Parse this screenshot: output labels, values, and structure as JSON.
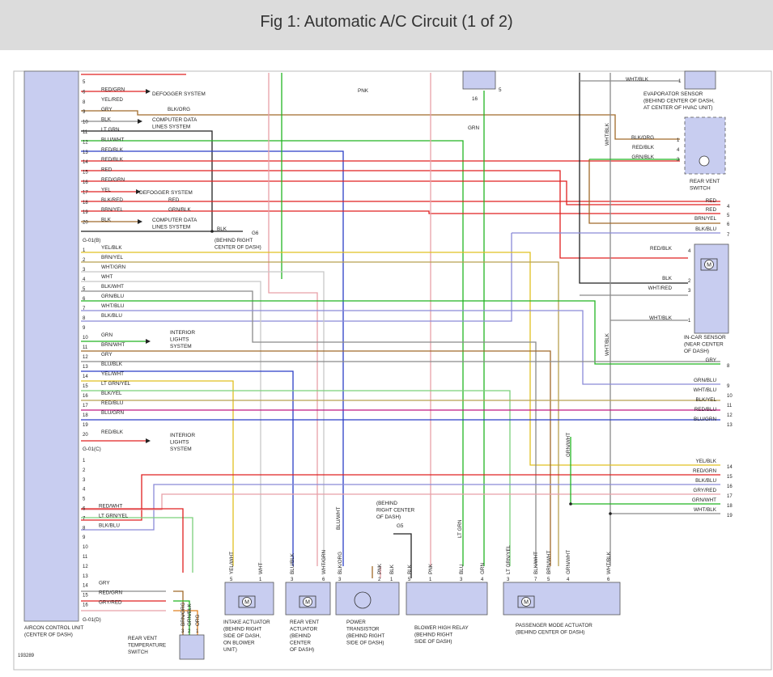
{
  "header": {
    "title": "Fig 1: Automatic A/C Circuit (1 of 2)"
  },
  "figure_id": "193289",
  "colors": {
    "red": "#e02020",
    "green": "#22b522",
    "blue": "#2b3fc7",
    "orange": "#e08020",
    "yellow": "#e0c020",
    "brown": "#a06a2a",
    "pink": "#e8a0a8",
    "black": "#222222",
    "gray": "#8a8a8a",
    "white": "#c8c8c8",
    "violet": "#8a8ad8",
    "lightgreen": "#7bd07b",
    "magenta": "#c01880",
    "tan": "#b8a050",
    "box": "#c8cdf0"
  },
  "labels": {
    "aircon_unit": [
      "AIRCON CONTROL UNIT",
      "(CENTER OF DASH)"
    ],
    "conn_b": "G-01(B)",
    "conn_c": "G-01(C)",
    "conn_d": "G-01(D)",
    "defogger": "DEFOGGER SYSTEM",
    "computer_data": [
      "COMPUTER DATA",
      "LINES SYSTEM"
    ],
    "interior_lights": [
      "INTERIOR",
      "LIGHTS",
      "SYSTEM"
    ],
    "g6": "G6",
    "g6_loc": [
      "(BEHIND RIGHT",
      "CENTER OF DASH)"
    ],
    "g5": "G5",
    "g5_loc": [
      "(BEHIND",
      "RIGHT CENTER",
      "OF DASH)"
    ],
    "evap_sensor": [
      "EVAPORATOR SENSOR",
      "(BEHIND CENTER OF DASH,",
      "AT CENTER OF HVAC UNIT)"
    ],
    "rear_vent_switch": [
      "REAR VENT",
      "SWITCH"
    ],
    "incar_sensor": [
      "IN-CAR SENSOR",
      "(NEAR CENTER",
      "OF DASH)"
    ],
    "rv_temp_switch": [
      "REAR VENT",
      "TEMPERATURE",
      "SWITCH"
    ],
    "intake_act": [
      "INTAKE ACTUATOR",
      "(BEHIND RIGHT",
      "SIDE OF DASH,",
      "ON BLOWER",
      "UNIT)"
    ],
    "rv_act": [
      "REAR VENT",
      "ACTUATOR",
      "(BEHIND",
      "CENTER",
      "OF DASH)"
    ],
    "power_tr": [
      "POWER",
      "TRANSISTOR",
      "(BEHIND RIGHT",
      "SIDE OF DASH)"
    ],
    "blower_relay": [
      "BLOWER HIGH RELAY",
      "(BEHIND RIGHT",
      "SIDE OF DASH)"
    ],
    "pass_act": [
      "PASSENGER MODE ACTUATOR",
      "(BEHIND CENTER OF DASH)"
    ],
    "motor": "M",
    "blk": "BLK",
    "pnk": "PNK",
    "grn": "GRN",
    "blkorg": "BLK/ORG",
    "whtblk": "WHT/BLK",
    "redblk": "RED/BLK",
    "grnblk": "GRN/BLK",
    "red": "RED",
    "grnblk2": "GRN/BLK",
    "pin16": "16",
    "pin5": "5",
    "pin1": "1"
  },
  "pins_a": [
    {
      "n": "5",
      "w": ""
    },
    {
      "n": "6",
      "w": "RED/GRN"
    },
    {
      "n": "8",
      "w": "YEL/RED"
    },
    {
      "n": "9",
      "w": "GRY"
    },
    {
      "n": "10",
      "w": "BLK"
    },
    {
      "n": "11",
      "w": "LT GRN"
    },
    {
      "n": "12",
      "w": "BLU/WHT"
    },
    {
      "n": "13",
      "w": "RED/BLK"
    },
    {
      "n": "14",
      "w": "RED/BLK"
    },
    {
      "n": "15",
      "w": "RED"
    },
    {
      "n": "16",
      "w": "RED/GRN"
    },
    {
      "n": "17",
      "w": "YEL"
    },
    {
      "n": "18",
      "w": "BLK/RED"
    },
    {
      "n": "19",
      "w": "BRN/YEL"
    },
    {
      "n": "20",
      "w": "BLK"
    }
  ],
  "pins_b": [
    {
      "n": "1",
      "w": "YEL/BLK"
    },
    {
      "n": "2",
      "w": "BRN/YEL"
    },
    {
      "n": "3",
      "w": "WHT/GRN"
    },
    {
      "n": "4",
      "w": "WHT"
    },
    {
      "n": "5",
      "w": "BLK/WHT"
    },
    {
      "n": "6",
      "w": "GRN/BLU"
    },
    {
      "n": "7",
      "w": "WHT/BLU"
    },
    {
      "n": "8",
      "w": "BLK/BLU"
    },
    {
      "n": "9",
      "w": ""
    },
    {
      "n": "10",
      "w": "GRN"
    },
    {
      "n": "11",
      "w": "BRN/WHT"
    },
    {
      "n": "12",
      "w": "GRY"
    },
    {
      "n": "13",
      "w": "BLU/BLK"
    },
    {
      "n": "14",
      "w": "YEL/WHT"
    },
    {
      "n": "15",
      "w": "LT GRN/YEL"
    },
    {
      "n": "16",
      "w": "BLK/YEL"
    },
    {
      "n": "17",
      "w": "RED/BLU"
    },
    {
      "n": "18",
      "w": "BLU/GRN"
    },
    {
      "n": "19",
      "w": ""
    },
    {
      "n": "20",
      "w": "RED/BLK"
    }
  ],
  "pins_c": [
    {
      "n": "1",
      "w": ""
    },
    {
      "n": "2",
      "w": ""
    },
    {
      "n": "3",
      "w": ""
    },
    {
      "n": "4",
      "w": ""
    },
    {
      "n": "5",
      "w": ""
    },
    {
      "n": "6",
      "w": "RED/WHT"
    },
    {
      "n": "7",
      "w": "LT GRN/YEL"
    },
    {
      "n": "8",
      "w": "BLK/BLU"
    },
    {
      "n": "9",
      "w": ""
    },
    {
      "n": "10",
      "w": ""
    },
    {
      "n": "11",
      "w": ""
    },
    {
      "n": "12",
      "w": ""
    },
    {
      "n": "13",
      "w": ""
    },
    {
      "n": "14",
      "w": "GRY"
    },
    {
      "n": "15",
      "w": "RED/GRN"
    },
    {
      "n": "16",
      "w": "GRY/RED"
    }
  ],
  "right_wires": [
    {
      "label": "RED",
      "n": "4"
    },
    {
      "label": "RED",
      "n": "5"
    },
    {
      "label": "BRN/YEL",
      "n": "6"
    },
    {
      "label": "BLK/BLU",
      "n": "7"
    },
    {
      "label": "GRY",
      "n": "8"
    },
    {
      "label": "GRN/BLU",
      "n": "9"
    },
    {
      "label": "WHT/BLU",
      "n": "10"
    },
    {
      "label": "BLK/YEL",
      "n": "11"
    },
    {
      "label": "RED/BLU",
      "n": "12"
    },
    {
      "label": "BLU/GRN",
      "n": "13"
    },
    {
      "label": "YEL/BLK",
      "n": "14"
    },
    {
      "label": "RED/GRN",
      "n": "15"
    },
    {
      "label": "BLK/BLU",
      "n": "16"
    },
    {
      "label": "GRY/RED",
      "n": "17"
    },
    {
      "label": "GRN/WHT",
      "n": "18"
    },
    {
      "label": "WHT/BLK",
      "n": "19"
    }
  ],
  "rvs_wires": [
    {
      "label": "BLK/ORG",
      "n": "1"
    },
    {
      "label": "RED/BLK",
      "n": "4"
    },
    {
      "label": "GRN/BLK",
      "n": "3"
    }
  ],
  "incar_wires": [
    {
      "label": "RED/BLK",
      "n": "4"
    },
    {
      "label": "BLK",
      "n": "2"
    },
    {
      "label": "WHT/RED",
      "n": "3"
    },
    {
      "label": "WHT/BLK",
      "n": "1"
    }
  ],
  "vertical_labels": {
    "v_whtblk_top": "WHT/BLK",
    "v_whtblk_mid": "WHT/BLK",
    "v_grnwht": "GRN/WHT",
    "v_blu_wht": "BLU/WHT",
    "v_ltgrn": "LT GRN"
  },
  "bottom_components": {
    "rvts": {
      "pins": [
        "3",
        "2",
        "1"
      ],
      "wires": [
        "BRN/ORG",
        "GRN/BLK",
        "ORG"
      ]
    },
    "intake": {
      "pins": [
        "5",
        "1"
      ],
      "wires": [
        "YEL/WHT",
        "WHT"
      ]
    },
    "rvact": {
      "pins": [
        "3",
        "6"
      ],
      "wires": [
        "BLU/BLK",
        "WHT/GRN"
      ]
    },
    "ptr": {
      "pins": [
        "3",
        "2",
        "1"
      ],
      "wires": [
        "BLK/ORG",
        "PNK",
        "BLK"
      ]
    },
    "relay": {
      "pins": [
        "5",
        "1",
        "3",
        "4"
      ],
      "wires": [
        "BLK",
        "PNK",
        "BLU",
        "GRN"
      ]
    },
    "pma": {
      "pins": [
        "3",
        "7",
        "5",
        "4",
        "6"
      ],
      "wires": [
        "LT GRN/YEL",
        "BLK/WHT",
        "BRN/WHT",
        "GRN/WHT",
        "WHT/BLK"
      ]
    }
  }
}
